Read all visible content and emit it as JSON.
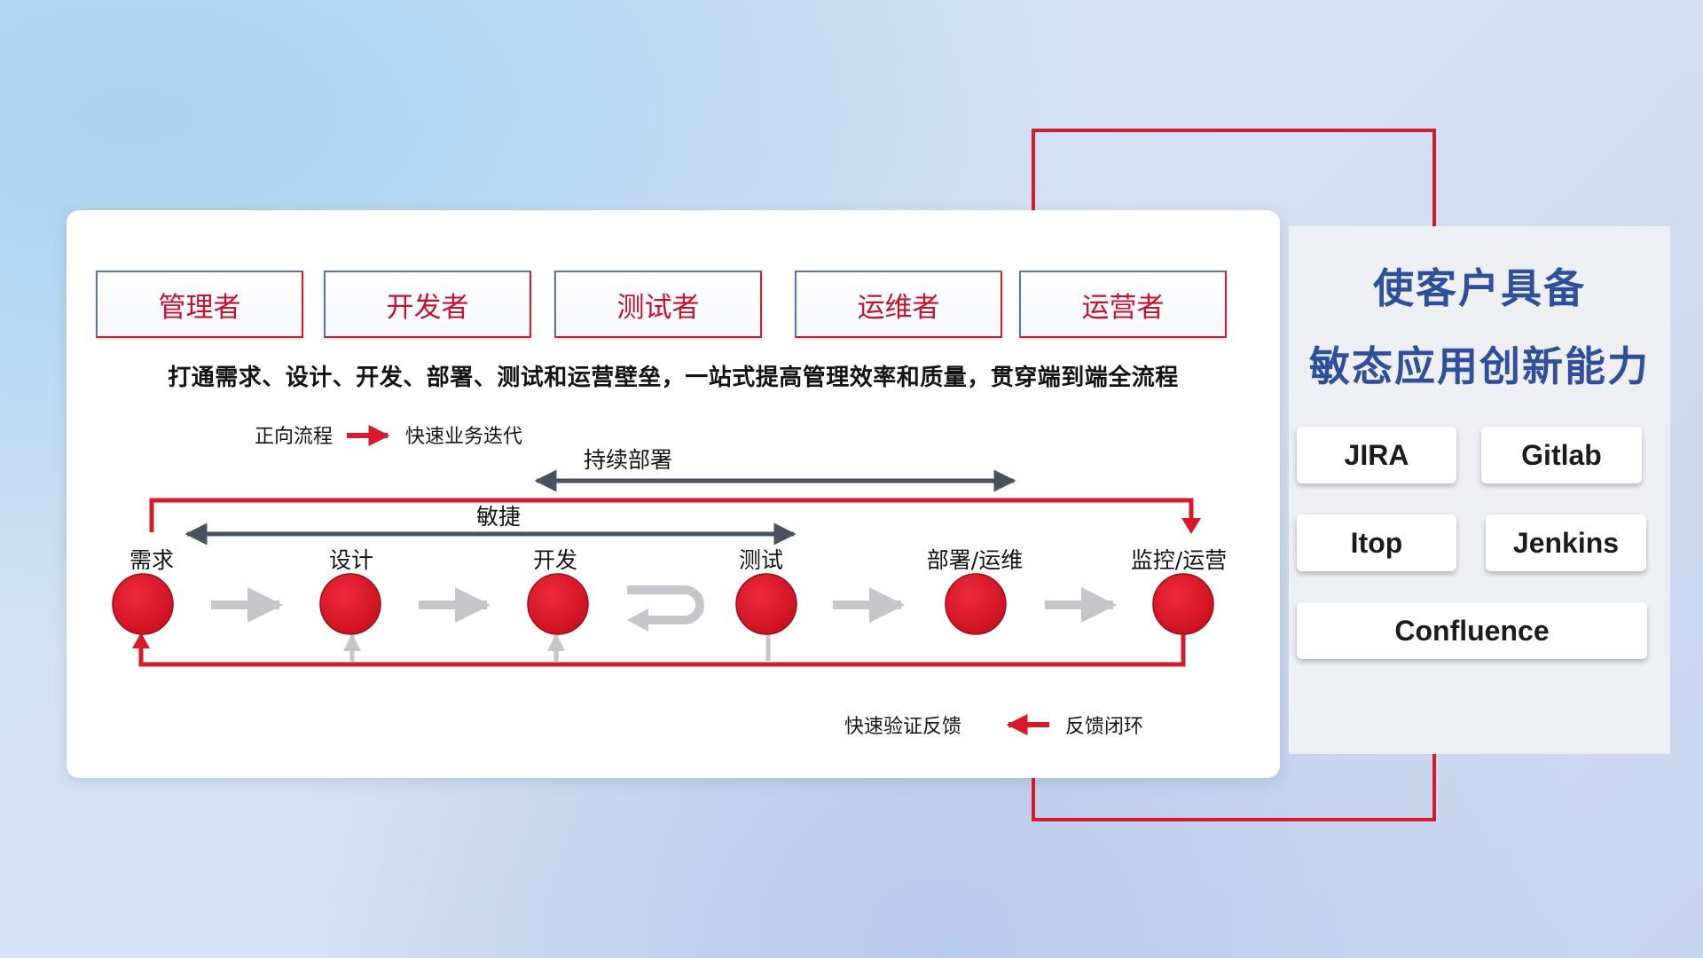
{
  "roles": [
    "管理者",
    "开发者",
    "测试者",
    "运维者",
    "运营者"
  ],
  "subtitle": "打通需求、设计、开发、部署、测试和运营壁垒，一站式提高管理效率和质量，贯穿端到端全流程",
  "legend_forward": {
    "left": "正向流程",
    "right": "快速业务迭代"
  },
  "legend_feedback": {
    "left": "快速验证反馈",
    "right": "反馈闭环"
  },
  "span_labels": {
    "cd": "持续部署",
    "agile": "敏捷"
  },
  "stages": [
    "需求",
    "设计",
    "开发",
    "测试",
    "部署/运维",
    "监控/运营"
  ],
  "colors": {
    "accent_red": "#d8182b",
    "node_red": "#d8182b",
    "dark_gray": "#4a5260",
    "light_gray": "#c4c6c9",
    "title_blue": "#2f4f9a"
  },
  "panel": {
    "title_line1": "使客户具备",
    "title_line2": "敏态应用创新能力",
    "tools": [
      "JIRA",
      "Gitlab",
      "Itop",
      "Jenkins",
      "Confluence"
    ]
  }
}
